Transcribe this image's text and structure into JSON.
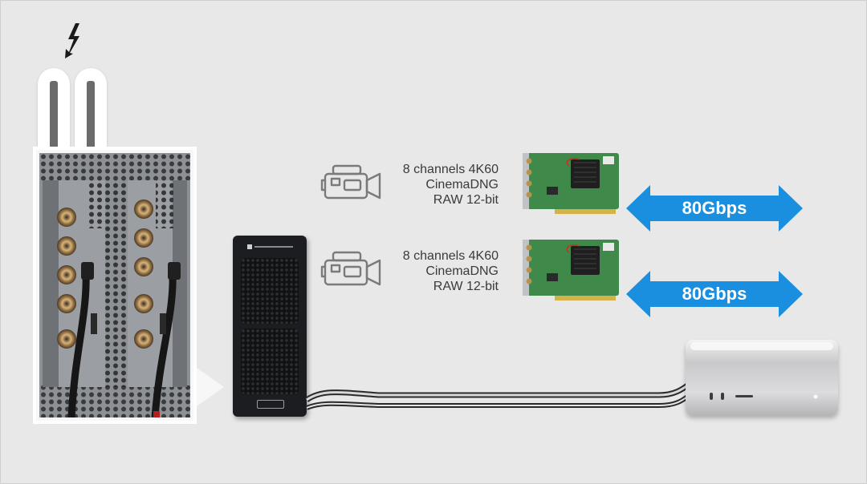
{
  "rows": [
    {
      "spec_lines": [
        "8 channels 4K60",
        "CinemaDNG",
        "RAW 12-bit"
      ],
      "bandwidth": "80Gbps"
    },
    {
      "spec_lines": [
        "8 channels 4K60",
        "CinemaDNG",
        "RAW 12-bit"
      ],
      "bandwidth": "80Gbps"
    }
  ],
  "colors": {
    "background": "#e8e8e8",
    "arrow_blue": "#1a8fe0",
    "card_pcb": "#3f8a4a",
    "text": "#3a3a3a"
  },
  "icons": [
    "thunderbolt-icon",
    "video-camera-icon",
    "video-camera-icon"
  ]
}
